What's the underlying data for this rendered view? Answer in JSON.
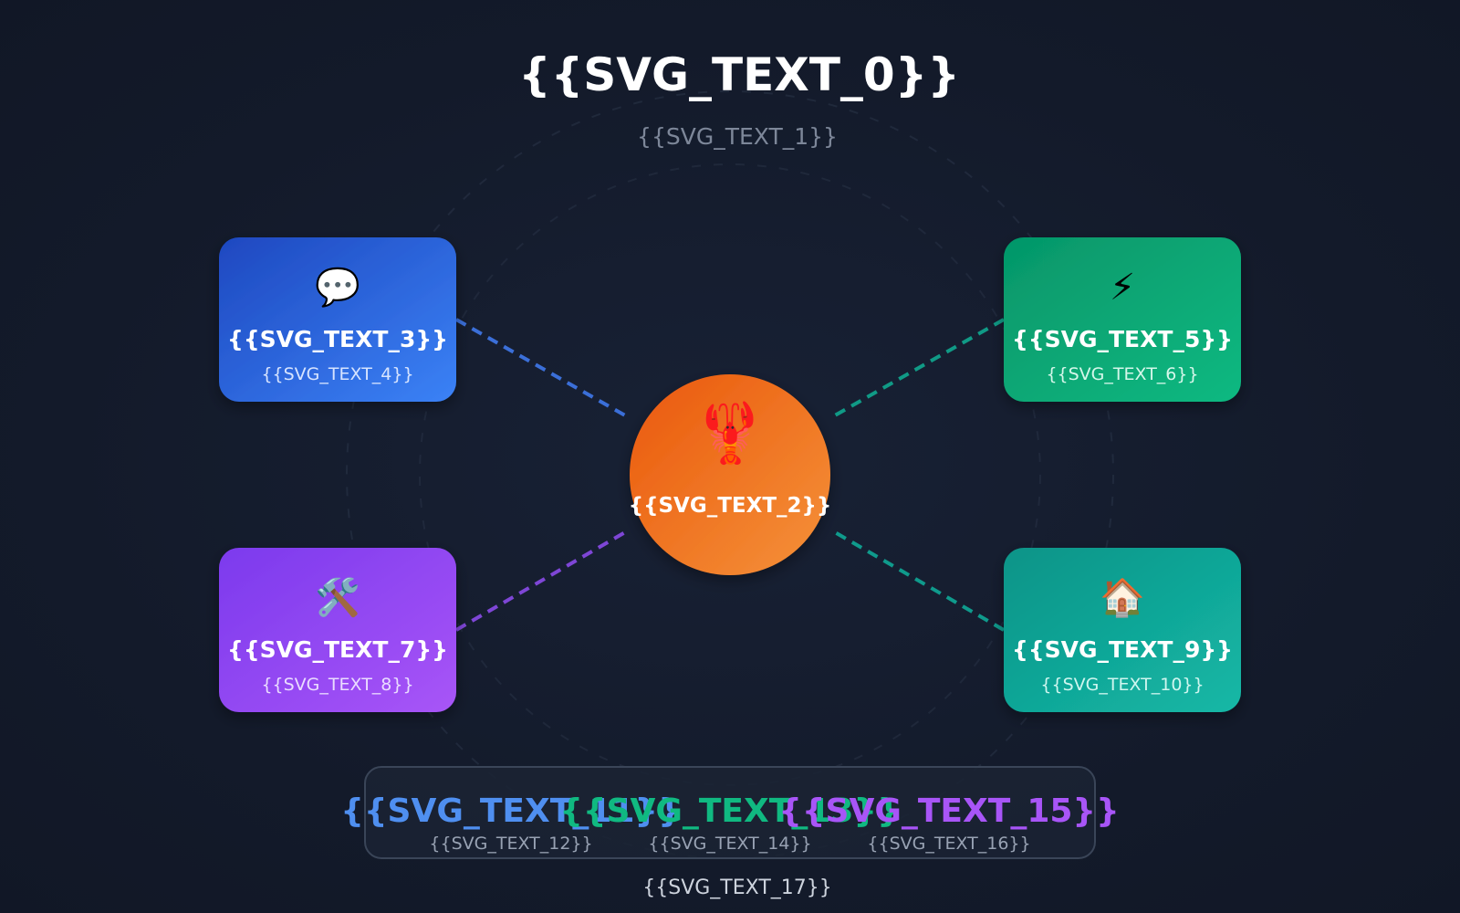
{
  "header": {
    "title": "{{SVG_TEXT_0}}",
    "subtitle": "{{SVG_TEXT_1}}"
  },
  "center": {
    "icon": "lobster-icon",
    "glyph": "🦞",
    "label": "{{SVG_TEXT_2}}",
    "color_start": "#ea580c",
    "color_end": "#f5923a"
  },
  "nodes": [
    {
      "id": "top-left",
      "icon": "speech-bubble-icon",
      "glyph": "💬",
      "title": "{{SVG_TEXT_3}}",
      "subtitle": "{{SVG_TEXT_4}}",
      "color_start": "#1e48c0",
      "color_end": "#3b82f6",
      "connector_color": "#3b6fd8"
    },
    {
      "id": "top-right",
      "icon": "lightning-icon",
      "glyph": "⚡",
      "title": "{{SVG_TEXT_5}}",
      "subtitle": "{{SVG_TEXT_6}}",
      "color_start": "#059669",
      "color_end": "#10b981",
      "connector_color": "#109a86"
    },
    {
      "id": "bottom-left",
      "icon": "tools-icon",
      "glyph": "🛠️",
      "title": "{{SVG_TEXT_7}}",
      "subtitle": "{{SVG_TEXT_8}}",
      "color_start": "#7c3aed",
      "color_end": "#a855f7",
      "connector_color": "#7e46d6"
    },
    {
      "id": "bottom-right",
      "icon": "house-icon",
      "glyph": "🏠",
      "title": "{{SVG_TEXT_9}}",
      "subtitle": "{{SVG_TEXT_10}}",
      "color_start": "#0d9488",
      "color_end": "#14b8a6",
      "connector_color": "#0f9a8c"
    }
  ],
  "stats": [
    {
      "value": "{{SVG_TEXT_11}}",
      "label": "{{SVG_TEXT_12}}",
      "color": "#4f8ff0"
    },
    {
      "value": "{{SVG_TEXT_13}}",
      "label": "{{SVG_TEXT_14}}",
      "color": "#10b981"
    },
    {
      "value": "{{SVG_TEXT_15}}",
      "label": "{{SVG_TEXT_16}}",
      "color": "#a855f7"
    }
  ],
  "footer": {
    "caption": "{{SVG_TEXT_17}}"
  }
}
